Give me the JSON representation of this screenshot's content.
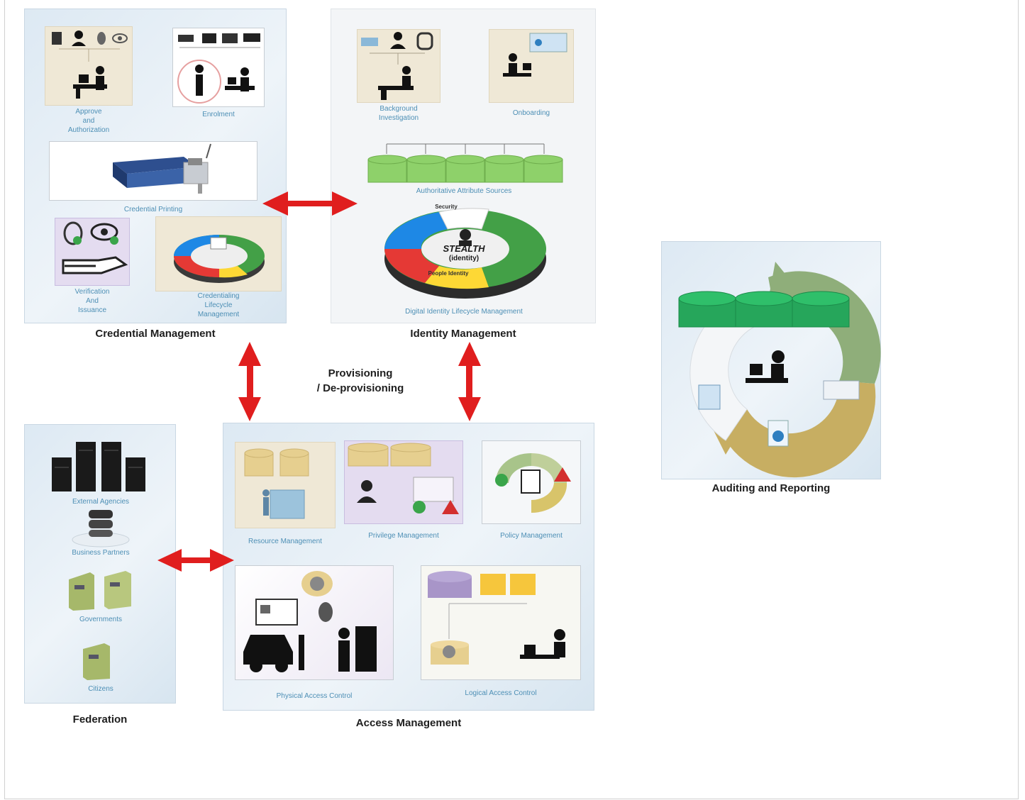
{
  "credential": {
    "title": "Credential Management",
    "approve": "Approve\nand\nAuthorization",
    "enrolment": "Enrolment",
    "printing": "Credential Printing",
    "verification": "Verification\nAnd\nIssuance",
    "lifecycle": "Credentialing\nLifecycle\nManagement"
  },
  "identity": {
    "title": "Identity Management",
    "background": "Background\nInvestigation",
    "onboarding": "Onboarding",
    "attr_sources": "Authoritative Attribute Sources",
    "lifecycle": "Digital Identity Lifecycle Management",
    "ring_center_brand": "STEALTH",
    "ring_center_sub": "(identity)",
    "ring_security": "Security",
    "ring_people": "People Identity"
  },
  "provisioning": {
    "label": "Provisioning\n/ De-provisioning"
  },
  "federation": {
    "title": "Federation",
    "external": "External Agencies",
    "partners": "Business Partners",
    "governments": "Governments",
    "citizens": "Citizens"
  },
  "access": {
    "title": "Access Management",
    "resource": "Resource Management",
    "privilege": "Privilege Management",
    "policy": "Policy Management",
    "physical": "Physical Access Control",
    "logical": "Logical Access Control"
  },
  "auditing": {
    "title": "Auditing and Reporting"
  },
  "colors": {
    "arrow": "#e01e1e",
    "db_green": "#1fa54a",
    "db_tan": "#e6cf8f",
    "title_blue": "#4d8fb5"
  }
}
